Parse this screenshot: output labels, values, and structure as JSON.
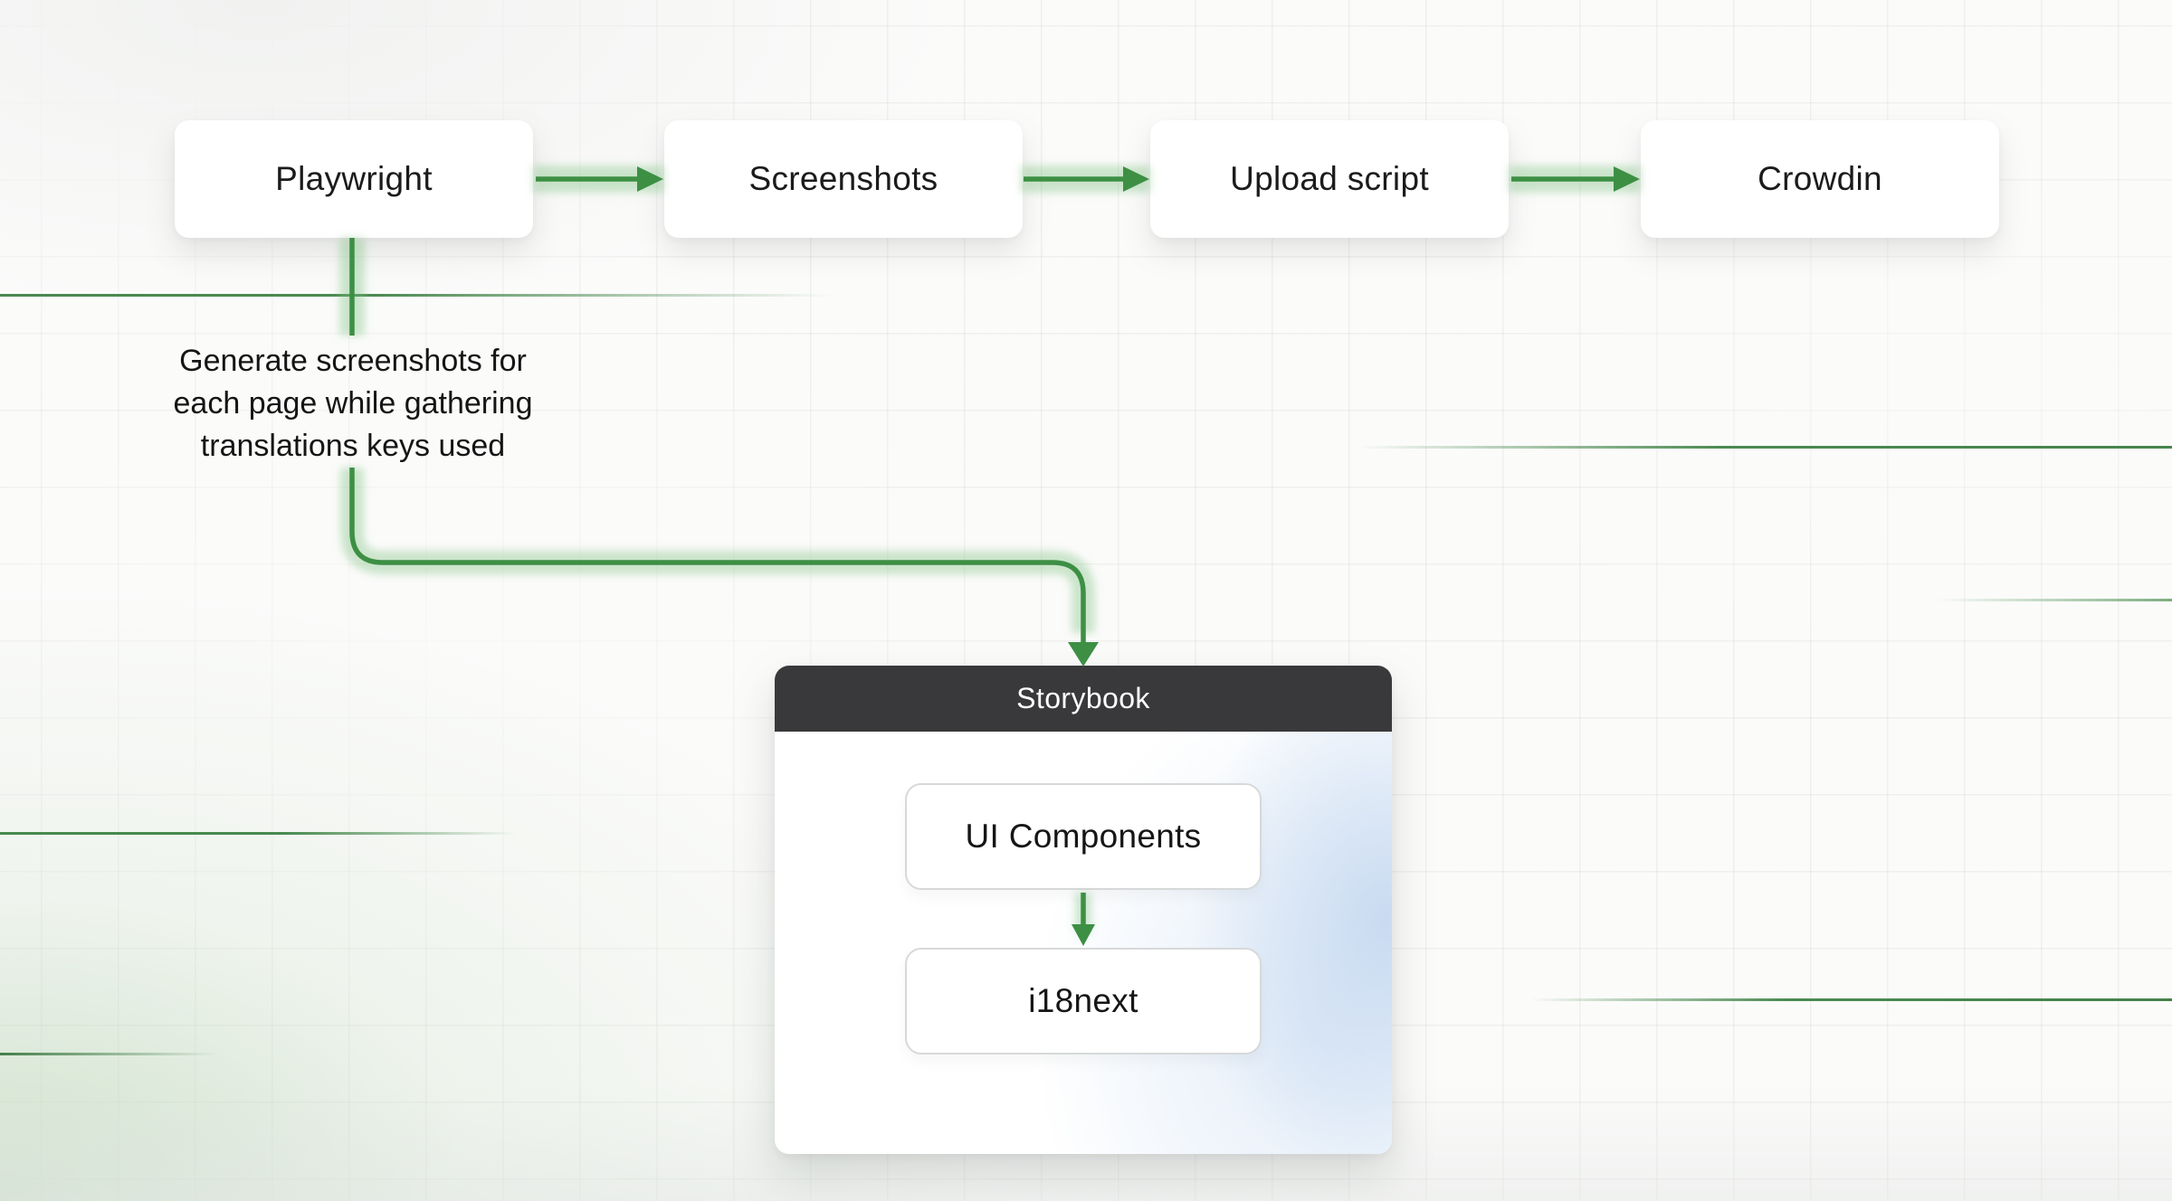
{
  "flow": {
    "nodes": [
      {
        "label": "Playwright"
      },
      {
        "label": "Screenshots"
      },
      {
        "label": "Upload script"
      },
      {
        "label": "Crowdin"
      }
    ]
  },
  "annotation": {
    "lines": [
      "Generate screenshots for",
      "each page while gathering",
      "translations keys used"
    ]
  },
  "storybook": {
    "title": "Storybook",
    "children": [
      {
        "label": "UI Components"
      },
      {
        "label": "i18next"
      }
    ]
  },
  "colors": {
    "arrow_green": "#3d8f44",
    "arrow_glow": "rgba(124,192,126,0.38)",
    "accent_line_green": "#4a8a50",
    "header_dark": "#39393b",
    "panel_blue_glow": "#c5d8f0",
    "text": "#1b1b1b",
    "background": "#fbfbfa"
  }
}
